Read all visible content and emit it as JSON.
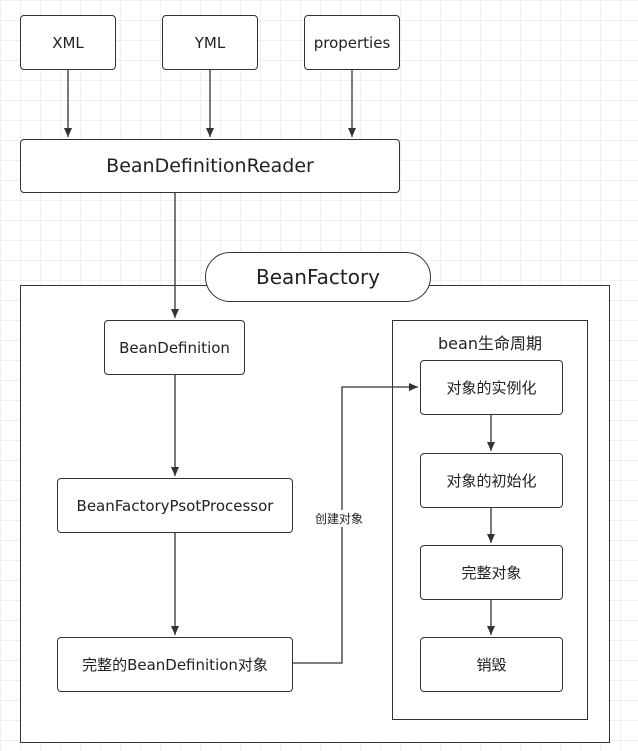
{
  "sources": {
    "xml": "XML",
    "yml": "YML",
    "properties": "properties"
  },
  "reader": "BeanDefinitionReader",
  "factory": {
    "title": "BeanFactory",
    "bean_definition": "BeanDefinition",
    "post_processor": "BeanFactoryPsotProcessor",
    "complete_definition": "完整的BeanDefinition对象",
    "create_label": "创建对象"
  },
  "lifecycle": {
    "title": "bean生命周期",
    "steps": [
      "对象的实例化",
      "对象的初始化",
      "完整对象",
      "销毁"
    ]
  },
  "colors": {
    "stroke": "#333333",
    "fill": "#ffffff",
    "grid": "#efefef"
  }
}
